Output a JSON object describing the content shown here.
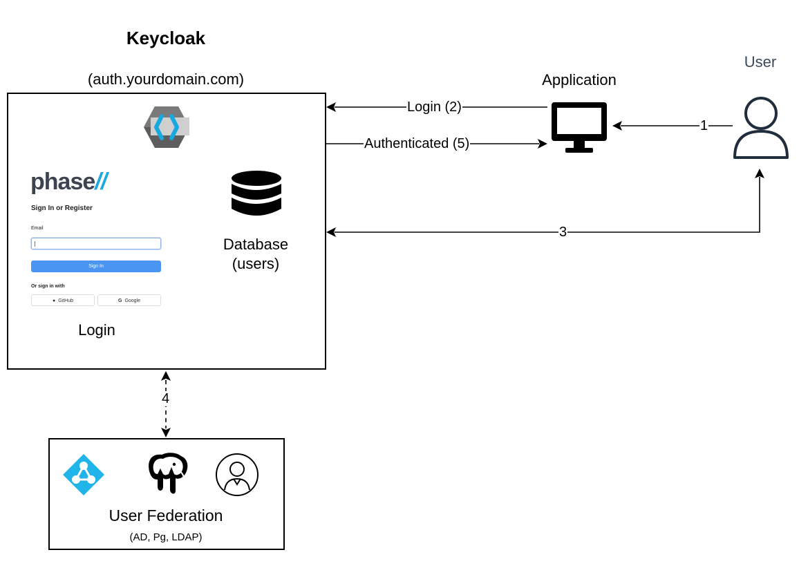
{
  "keycloak": {
    "title": "Keycloak",
    "domain": "(auth.yourdomain.com)",
    "login_label": "Login",
    "database_label_line1": "Database",
    "database_label_line2": "(users)"
  },
  "login_form": {
    "logo_text": "phase",
    "logo_slash": "//",
    "heading": "Sign In or Register",
    "email_label": "Email",
    "email_value": "",
    "sign_in_button": "Sign In",
    "or_sign_in_with": "Or sign in with",
    "github_button": "GitHub",
    "google_button": "Google"
  },
  "application": {
    "label": "Application"
  },
  "user": {
    "label": "User"
  },
  "edges": {
    "login": "Login (2)",
    "authenticated": "Authenticated (5)",
    "step1": "1",
    "step3": "3",
    "step4": "4"
  },
  "federation": {
    "label": "User Federation",
    "sublabel": "(AD, Pg, LDAP)"
  },
  "icons": {
    "keycloak_logo": "keycloak-logo-icon",
    "database": "database-icon",
    "monitor": "monitor-icon",
    "user": "user-icon",
    "active_directory": "active-directory-icon",
    "postgres": "postgresql-elephant-icon",
    "ldap": "ldap-user-icon",
    "github": "github-icon",
    "google": "google-icon"
  },
  "colors": {
    "accent_blue": "#1fa7e0",
    "button_blue": "#4b95f2",
    "ad_blue": "#20b4e8",
    "user_label": "#3a4a5c",
    "user_icon": "#1f2d3d"
  }
}
